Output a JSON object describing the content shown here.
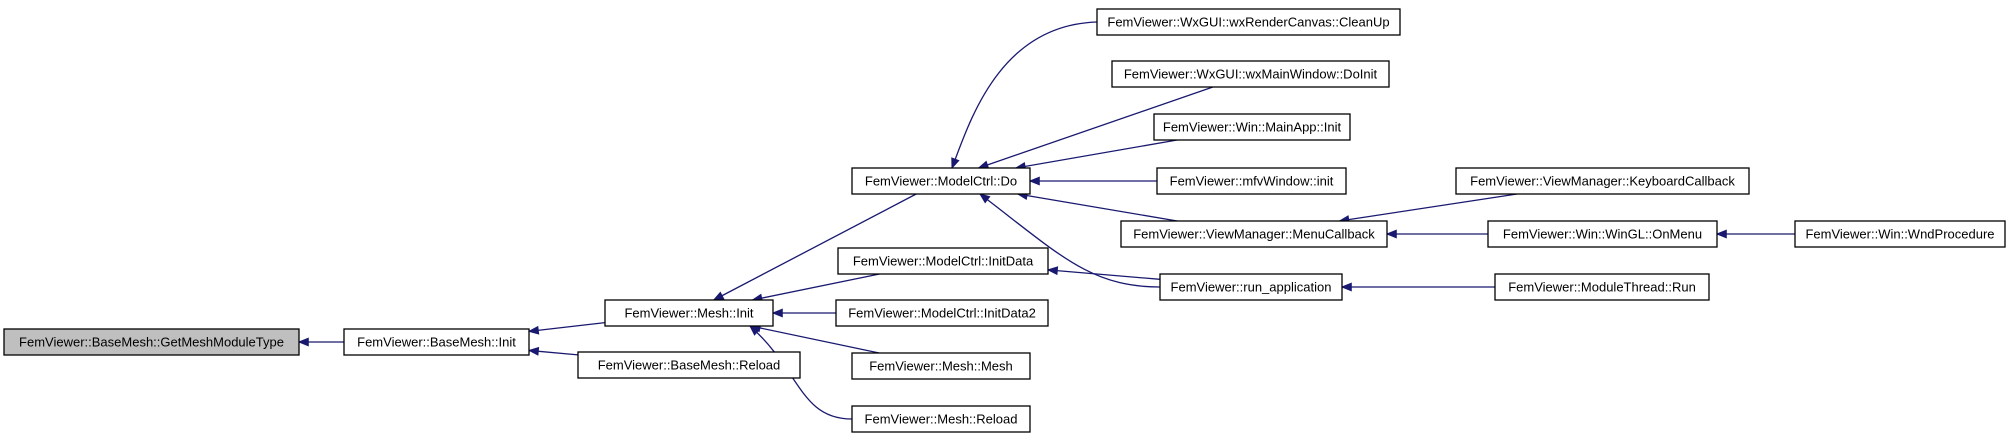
{
  "diagram": {
    "colors": {
      "edge": "#191970",
      "root_fill": "#bfbfbf",
      "node_fill": "#ffffff"
    },
    "nodes": [
      {
        "id": "n_getmesh",
        "label": "FemViewer::BaseMesh::GetMeshModuleType",
        "root": true
      },
      {
        "id": "n_basemesh_init",
        "label": "FemViewer::BaseMesh::Init"
      },
      {
        "id": "n_mesh_init",
        "label": "FemViewer::Mesh::Init"
      },
      {
        "id": "n_basemesh_reload",
        "label": "FemViewer::BaseMesh::Reload"
      },
      {
        "id": "n_modelctrl_do",
        "label": "FemViewer::ModelCtrl::Do"
      },
      {
        "id": "n_initdata",
        "label": "FemViewer::ModelCtrl::InitData"
      },
      {
        "id": "n_initdata2",
        "label": "FemViewer::ModelCtrl::InitData2"
      },
      {
        "id": "n_mesh_mesh",
        "label": "FemViewer::Mesh::Mesh"
      },
      {
        "id": "n_mesh_reload",
        "label": "FemViewer::Mesh::Reload"
      },
      {
        "id": "n_cleanup",
        "label": "FemViewer::WxGUI::wxRenderCanvas::CleanUp"
      },
      {
        "id": "n_doinit",
        "label": "FemViewer::WxGUI::wxMainWindow::DoInit"
      },
      {
        "id": "n_mainapp_init",
        "label": "FemViewer::Win::MainApp::Init"
      },
      {
        "id": "n_mfv_init",
        "label": "FemViewer::mfvWindow::init"
      },
      {
        "id": "n_menucallback",
        "label": "FemViewer::ViewManager::MenuCallback"
      },
      {
        "id": "n_run_application",
        "label": "FemViewer::run_application"
      },
      {
        "id": "n_keyboard",
        "label": "FemViewer::ViewManager::KeyboardCallback"
      },
      {
        "id": "n_onmenu",
        "label": "FemViewer::Win::WinGL::OnMenu"
      },
      {
        "id": "n_modulethread_run",
        "label": "FemViewer::ModuleThread::Run"
      },
      {
        "id": "n_wndprocedure",
        "label": "FemViewer::Win::WndProcedure"
      }
    ],
    "edges": [
      {
        "id": "e1",
        "from": "n_basemesh_init",
        "to": "n_getmesh"
      },
      {
        "id": "e2",
        "from": "n_mesh_init",
        "to": "n_basemesh_init"
      },
      {
        "id": "e3",
        "from": "n_basemesh_reload",
        "to": "n_basemesh_init"
      },
      {
        "id": "e4",
        "from": "n_modelctrl_do",
        "to": "n_mesh_init"
      },
      {
        "id": "e5",
        "from": "n_initdata",
        "to": "n_mesh_init"
      },
      {
        "id": "e6",
        "from": "n_initdata2",
        "to": "n_mesh_init"
      },
      {
        "id": "e7",
        "from": "n_mesh_mesh",
        "to": "n_mesh_init"
      },
      {
        "id": "e8",
        "from": "n_mesh_reload",
        "to": "n_mesh_init"
      },
      {
        "id": "e9",
        "from": "n_cleanup",
        "to": "n_modelctrl_do"
      },
      {
        "id": "e10",
        "from": "n_doinit",
        "to": "n_modelctrl_do"
      },
      {
        "id": "e11",
        "from": "n_mainapp_init",
        "to": "n_modelctrl_do"
      },
      {
        "id": "e12",
        "from": "n_mfv_init",
        "to": "n_modelctrl_do"
      },
      {
        "id": "e13",
        "from": "n_menucallback",
        "to": "n_modelctrl_do"
      },
      {
        "id": "e14",
        "from": "n_run_application",
        "to": "n_modelctrl_do"
      },
      {
        "id": "e15",
        "from": "n_run_application",
        "to": "n_initdata"
      },
      {
        "id": "e16",
        "from": "n_keyboard",
        "to": "n_menucallback"
      },
      {
        "id": "e17",
        "from": "n_onmenu",
        "to": "n_menucallback"
      },
      {
        "id": "e18",
        "from": "n_modulethread_run",
        "to": "n_run_application"
      },
      {
        "id": "e19",
        "from": "n_wndprocedure",
        "to": "n_onmenu"
      }
    ]
  }
}
